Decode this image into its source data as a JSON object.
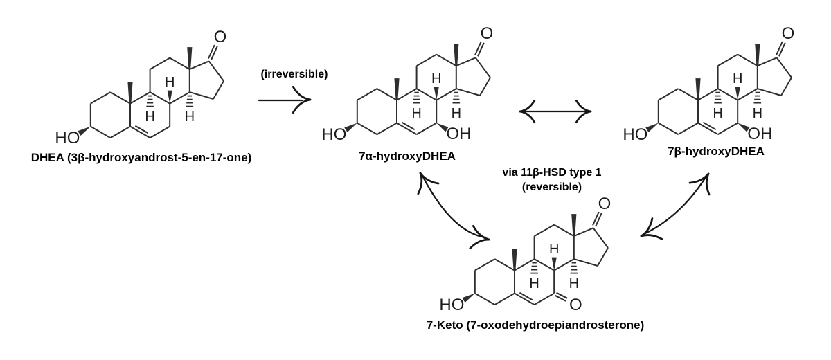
{
  "pathway": {
    "molecules": [
      {
        "name": "DHEA (3β-hydroxyandrost-5-en-17-one)",
        "c7": "none"
      },
      {
        "name": "7α-hydroxyDHEA",
        "c7": "OH"
      },
      {
        "name": "7β-hydroxyDHEA",
        "c7": "OH"
      },
      {
        "name": "7-Keto (7-oxodehydroepiandrosterone)",
        "c7": "=O"
      }
    ],
    "arrow_labels": {
      "irreversible": "(irreversible)",
      "via_line1": "via 11β-HSD type 1",
      "via_line2": "(reversible)"
    },
    "atom_labels": {
      "ho": "HO",
      "oh": "OH",
      "o": "O",
      "h": "H"
    },
    "colors": {
      "bond": "#2e2e2e",
      "atom_text": "#1c1c1c",
      "arrow": "#161616",
      "label_text": "#000000"
    }
  }
}
